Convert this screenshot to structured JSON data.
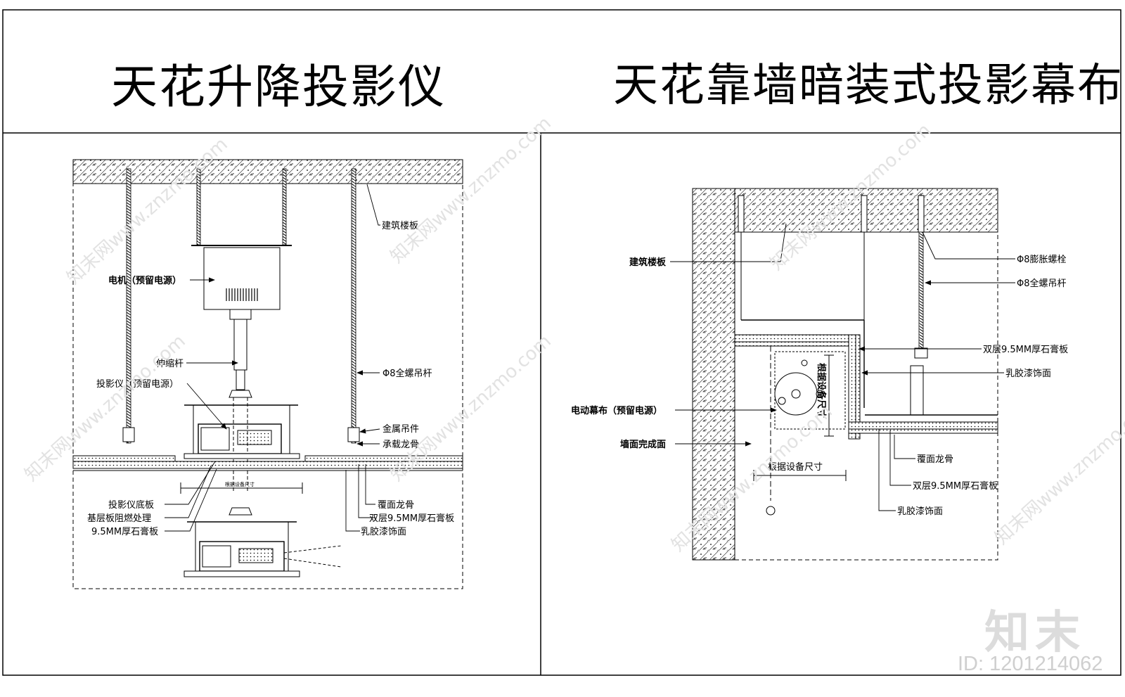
{
  "titles": {
    "left": "天花升降投影仪",
    "right": "天花靠墙暗装式投影幕布"
  },
  "left_labels": {
    "floor_slab": "建筑楼板",
    "motor": "电机（预留电源）",
    "telescopic_rod": "伸缩杆",
    "projector": "投影仪（预留电源）",
    "full_thread_rod": "Φ8全螺吊杆",
    "metal_hanger": "金属吊件",
    "main_keel": "承载龙骨",
    "dimension": "根据设备尺寸",
    "base_plate": "投影仪底板",
    "fireproof": "基层板阻燃处理",
    "gypsum_single": "9.5MM厚石膏板",
    "cover_keel": "覆面龙骨",
    "gypsum_double": "双层9.5MM厚石膏板",
    "latex_paint": "乳胶漆饰面"
  },
  "right_labels": {
    "floor_slab": "建筑楼板",
    "expansion_bolt": "Φ8膨胀螺栓",
    "full_thread_rod": "Φ8全螺吊杆",
    "gypsum_double_top": "双层9.5MM厚石膏板",
    "latex_paint_top": "乳胶漆饰面",
    "screen": "电动幕布（预留电源）",
    "wall_finish": "墙面完成面",
    "dim_vertical": "根据设备尺寸",
    "dim_horizontal": "根据设备尺寸",
    "cover_keel": "覆面龙骨",
    "gypsum_double": "双层9.5MM厚石膏板",
    "latex_paint": "乳胶漆饰面"
  },
  "watermark": {
    "text": "知末网www.znzmo.com",
    "logo": "知末",
    "id": "ID: 1201214062"
  }
}
